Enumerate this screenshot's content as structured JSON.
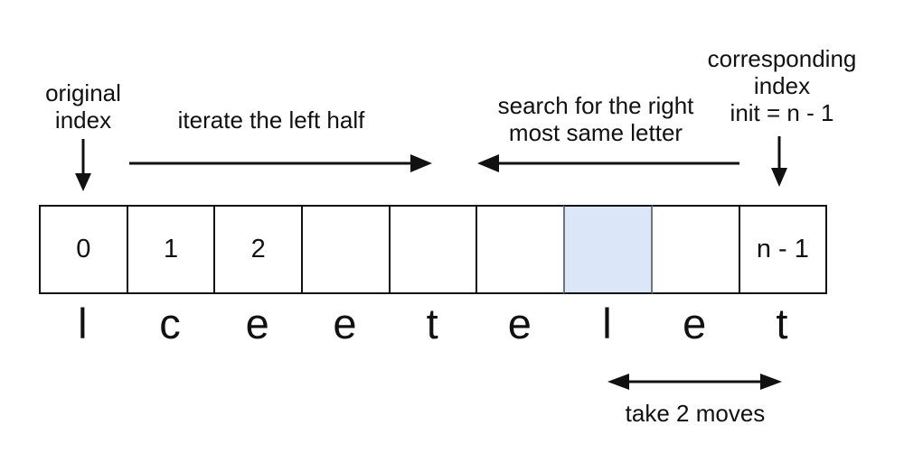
{
  "colors": {
    "highlight_fill": "#dbe7f8",
    "highlight_border": "#6b7683",
    "line_color": "#111111"
  },
  "annotations": {
    "original_index": "original\nindex",
    "iterate_left": "iterate the left half",
    "search_right": "search for the right\nmost same letter",
    "corresponding_index": "corresponding\nindex\ninit = n - 1",
    "take_moves": "take 2 moves"
  },
  "array": {
    "word": "lceetelet",
    "cells": [
      {
        "index_label": "0",
        "letter": "l",
        "highlighted": false
      },
      {
        "index_label": "1",
        "letter": "c",
        "highlighted": false
      },
      {
        "index_label": "2",
        "letter": "e",
        "highlighted": false
      },
      {
        "index_label": "",
        "letter": "e",
        "highlighted": false
      },
      {
        "index_label": "",
        "letter": "t",
        "highlighted": false
      },
      {
        "index_label": "",
        "letter": "e",
        "highlighted": false
      },
      {
        "index_label": "",
        "letter": "l",
        "highlighted": true
      },
      {
        "index_label": "",
        "letter": "e",
        "highlighted": false
      },
      {
        "index_label": "n - 1",
        "letter": "t",
        "highlighted": false
      }
    ]
  }
}
